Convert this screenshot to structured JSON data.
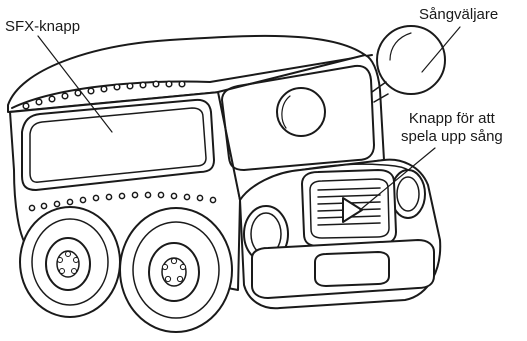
{
  "labels": {
    "sfx_button": "SFX-knapp",
    "song_selector": "Sångväljare",
    "play_song_line1": "Knapp för att",
    "play_song_line2": "spela upp sång"
  },
  "colors": {
    "stroke": "#1a1a1a",
    "fill": "#ffffff"
  }
}
